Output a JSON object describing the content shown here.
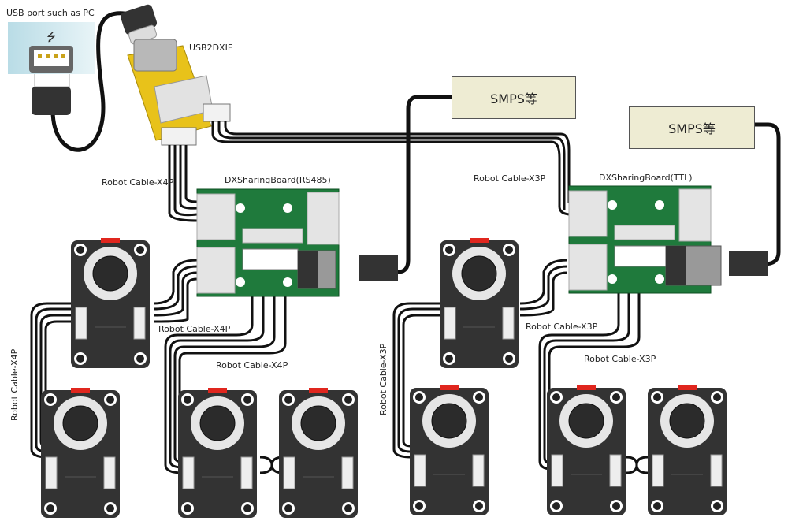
{
  "labels": {
    "usb_port": "USB port such as PC",
    "usb2dxif": "USB2DXIF",
    "rs485_board": "DXSharingBoard(RS485)",
    "ttl_board": "DXSharingBoard(TTL)",
    "smps_left": "SMPS等",
    "smps_right": "SMPS等",
    "cable_x4p_top": "Robot Cable-X4P",
    "cable_x4p_mid": "Robot Cable-X4P",
    "cable_x4p_low": "Robot Cable-X4P",
    "cable_x4p_vertical": "Robot Cable-X4P",
    "cable_x3p_top": "Robot Cable-X3P",
    "cable_x3p_mid": "Robot Cable-X3P",
    "cable_x3p_low": "Robot Cable-X3P",
    "cable_x3p_vertical": "Robot Cable-X3P"
  },
  "colors": {
    "pcb_green": "#1f7a3c",
    "pcb_yellow": "#e8c21a",
    "servo_body": "#333333",
    "servo_accent": "#e0261e",
    "smps_fill": "#eeecd3",
    "cable": "#111111"
  }
}
